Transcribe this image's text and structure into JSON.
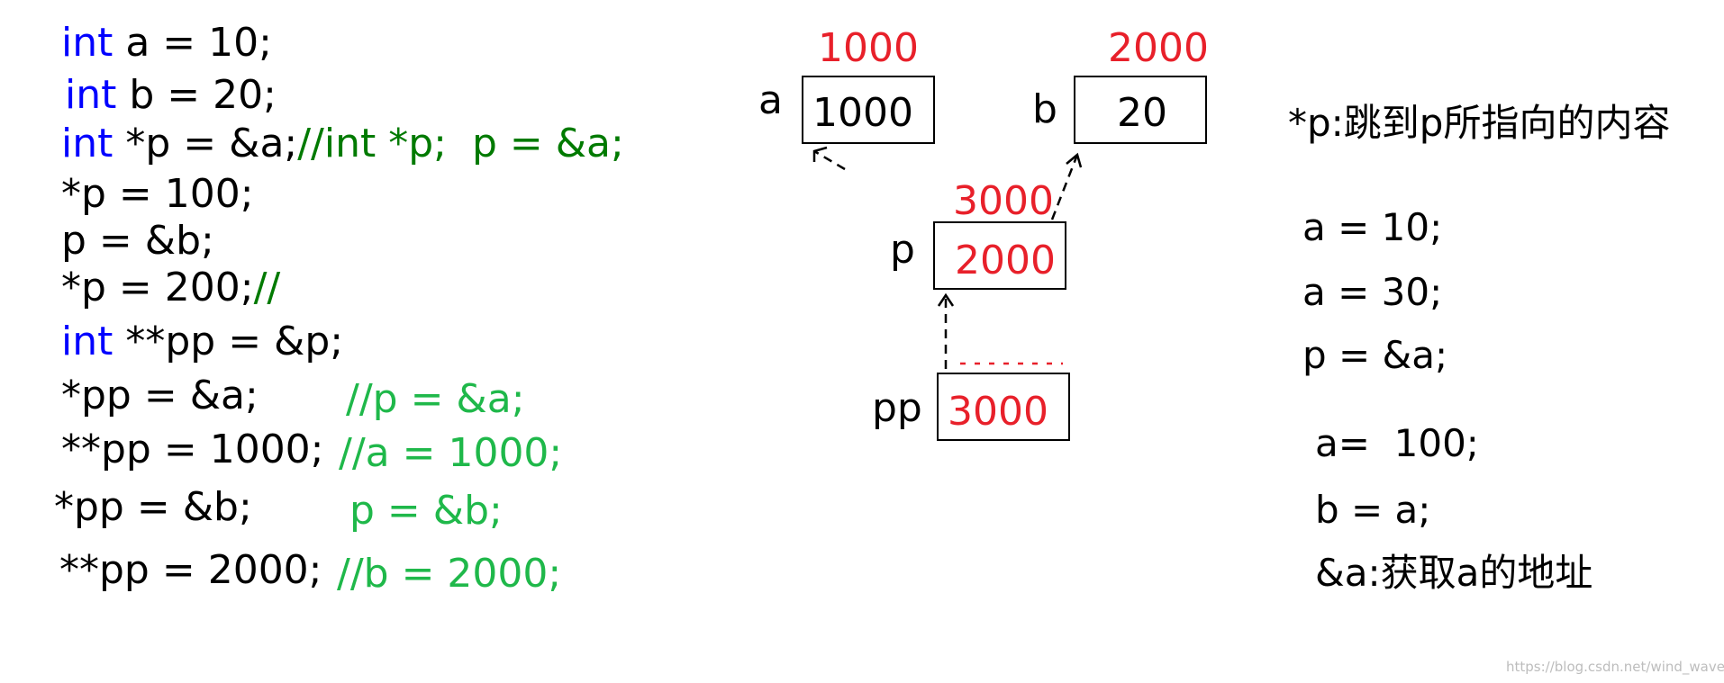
{
  "code": {
    "l1": {
      "kw": "int",
      "rest": " a = 10;"
    },
    "l2": {
      "kw": "int",
      "rest": " b = 20;"
    },
    "l3": {
      "kw": "int",
      "rest": " *p = &a;",
      "comment": "//int *p;  p = &a;"
    },
    "l4": {
      "text": "*p = 100;"
    },
    "l5": {
      "text": "p = &b;"
    },
    "l6": {
      "text": "*p = 200;",
      "comment": "//"
    },
    "l7": {
      "kw": "int",
      "rest": " **pp = &p;"
    },
    "l8": {
      "text": "*pp = &a;",
      "comment": "//p = &a;"
    },
    "l9": {
      "text": "**pp = 1000;",
      "comment": "//a = 1000;"
    },
    "l10": {
      "text": "*pp = &b;",
      "comment": "p = &b;"
    },
    "l11": {
      "text": "**pp = 2000;",
      "comment": "//b = 2000;"
    }
  },
  "diagram": {
    "a": {
      "name": "a",
      "address": "1000",
      "value": "1000"
    },
    "b": {
      "name": "b",
      "address": "2000",
      "value": "20"
    },
    "p": {
      "name": "p",
      "address": "3000",
      "value": "2000"
    },
    "pp": {
      "name": "pp",
      "value": "3000"
    }
  },
  "notes": {
    "deref": "*p:跳到p所指向的内容",
    "n1": "a = 10;",
    "n2": "a = 30;",
    "n3": "p = &a;",
    "n4": "a=  100;",
    "n5": "b = a;",
    "n6": "&a:获取a的地址"
  },
  "watermark": "https://blog.csdn.net/wind_waves",
  "colors": {
    "keyword": "#0000ff",
    "comment_dark": "#007a00",
    "comment_light": "#1fb84a",
    "address": "#e8202a"
  }
}
